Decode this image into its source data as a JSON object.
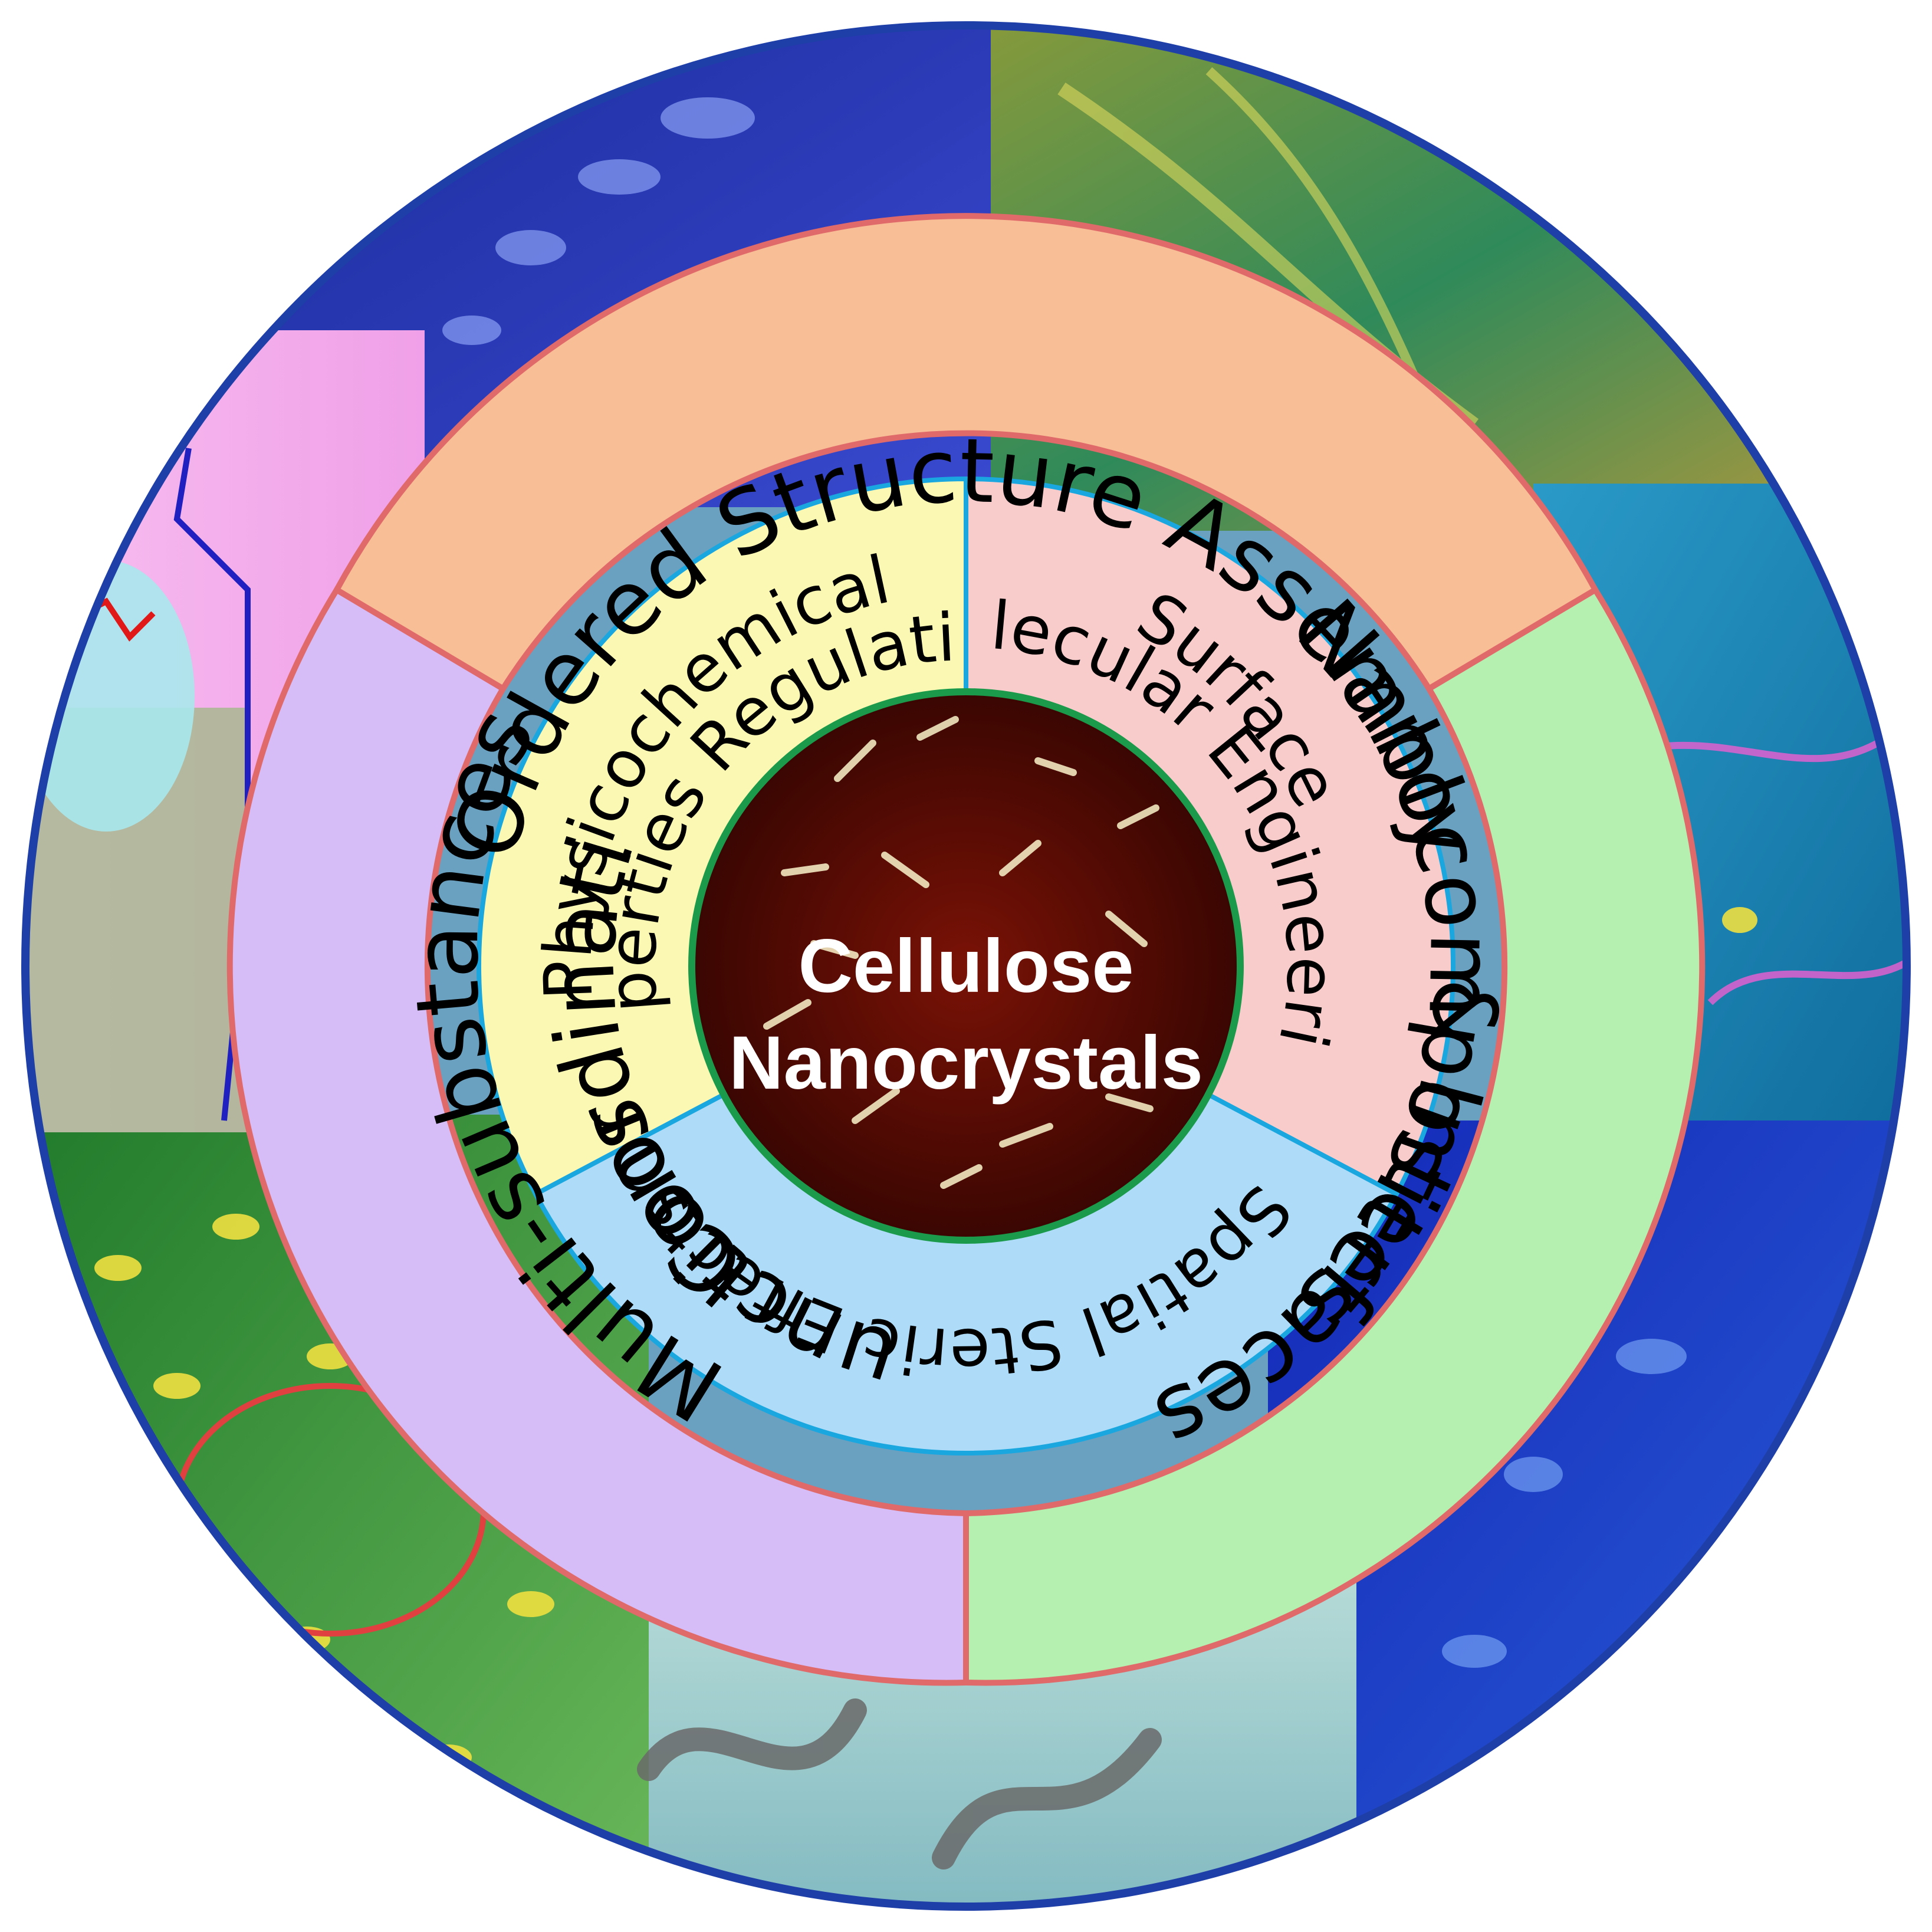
{
  "center": {
    "line1": "Cellulose",
    "line2": "Nanocrystals"
  },
  "outer_ring": {
    "top": "Ordered Structure Assembly",
    "right_line1": "Nanocomposites",
    "right_line2": "& Interfaces",
    "left_line1": "Multi-substances",
    "left_line2": "Functions"
  },
  "inner_ring": {
    "top_left_line1": "Physicochemical",
    "top_left_line2": "Properties Regulation",
    "right_line1": "Surface",
    "right_line2": "Molecular Engineering",
    "bottom": "Spatial  Steric  Effects",
    "left": "Coordination"
  },
  "colors": {
    "border_blue": "#1f3fa8",
    "ring_divider": "#e06a6a",
    "inner_divider": "#1aa7e0",
    "center_border": "#1a9a4a",
    "outer_top": "#f8be96",
    "outer_right": "#b6f0b0",
    "outer_left": "#d6bdf8",
    "inner_yellow": "#fbf8b4",
    "inner_pink": "#f9cccc",
    "inner_blue": "#aedcf8",
    "center_fill": "#5a0d05"
  }
}
